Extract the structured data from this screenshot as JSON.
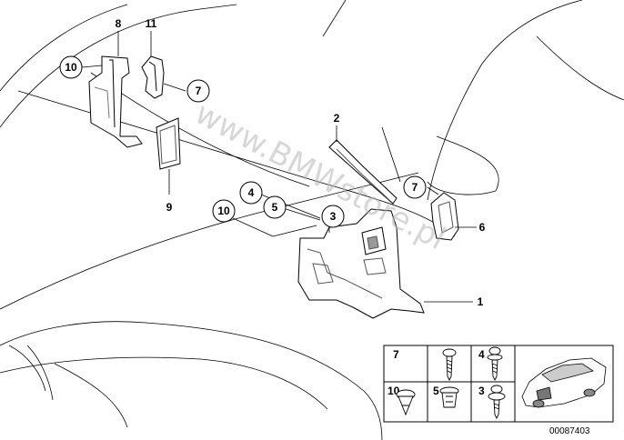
{
  "diagram": {
    "title": "Trim panel / A-pillar parts diagram",
    "watermark": "www.BMWstore.pl",
    "reference_code": "00087403",
    "callouts": {
      "c1": "1",
      "c2": "2",
      "c3": "3",
      "c4": "4",
      "c5": "5",
      "c6": "6",
      "c7a": "7",
      "c7b": "7",
      "c8": "8",
      "c9": "9",
      "c10a": "10",
      "c10b": "10",
      "c11": "11"
    },
    "legend": {
      "l7": "7",
      "l4": "4",
      "l10": "10",
      "l5": "5",
      "l3": "3"
    }
  }
}
